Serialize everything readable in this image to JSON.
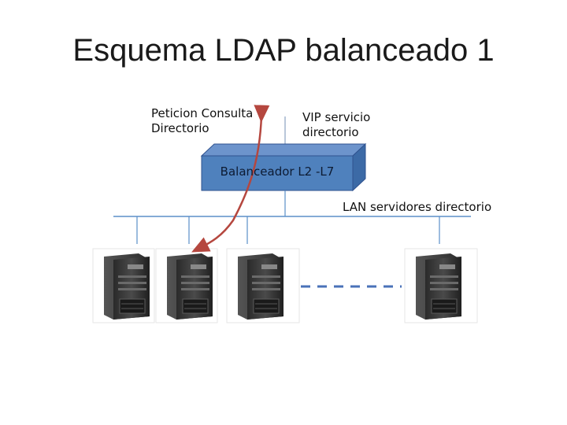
{
  "title": "Esquema LDAP balanceado 1",
  "labels": {
    "request": "Peticion Consulta\nDirectorio",
    "request_line1": "Peticion Consulta",
    "request_line2": "Directorio",
    "vip_line1": "VIP servicio",
    "vip_line2": "directorio",
    "lan": "LAN servidores directorio"
  },
  "balancer": {
    "label": "Balanceador L2 -L7"
  },
  "servers": {
    "count_drawn": 4
  },
  "colors": {
    "balancer_front": "#4f81bd",
    "balancer_top": "#6d94cc",
    "balancer_side": "#3c6aa6",
    "balancer_border": "#2f528f",
    "lan_line": "#5b8fc9",
    "request_arrow": "#b5473f",
    "dashed_link": "#4a72b8"
  }
}
